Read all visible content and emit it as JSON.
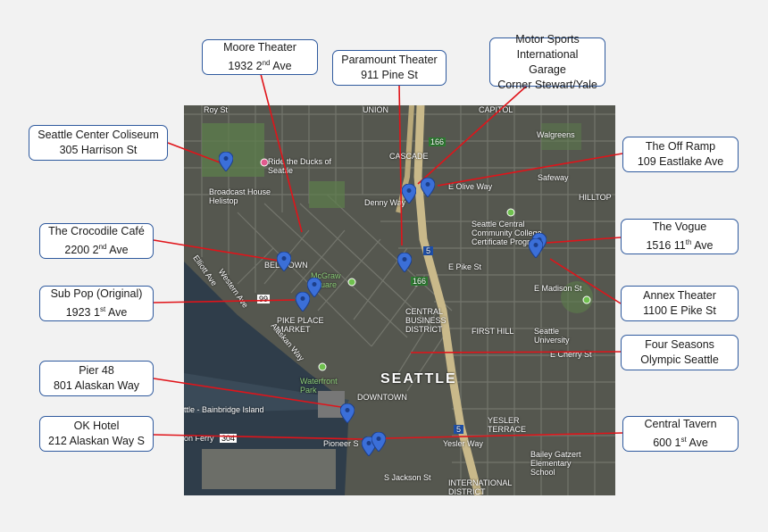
{
  "colors": {
    "leader": "#e0141a",
    "border": "#2f5a9e",
    "pin": "#3b6fd8",
    "water": "#2f3d4a",
    "park": "#5c7d4b"
  },
  "callouts": [
    {
      "id": "moore",
      "line1": "Moore Theater",
      "line2": "1932 2",
      "sup": "nd",
      "tail": " Ave"
    },
    {
      "id": "paramount",
      "line1": "Paramount Theater",
      "line2": "911 Pine St",
      "sup": "",
      "tail": ""
    },
    {
      "id": "motorsports",
      "line1": "Motor Sports",
      "line1b": "International Garage",
      "line2": "Corner Stewart/Yale",
      "sup": "",
      "tail": ""
    },
    {
      "id": "coliseum",
      "line1": "Seattle Center Coliseum",
      "line2": "305 Harrison St",
      "sup": "",
      "tail": ""
    },
    {
      "id": "offramp",
      "line1": "The Off Ramp",
      "line2": "109 Eastlake Ave",
      "sup": "",
      "tail": ""
    },
    {
      "id": "crocodile",
      "line1": "The Crocodile Café",
      "line2": "2200 2",
      "sup": "nd",
      "tail": " Ave"
    },
    {
      "id": "vogue",
      "line1": "The Vogue",
      "line2": "1516 11",
      "sup": "th",
      "tail": " Ave"
    },
    {
      "id": "subpop",
      "line1": "Sub Pop (Original)",
      "line2": "1923 1",
      "sup": "st",
      "tail": " Ave"
    },
    {
      "id": "annex",
      "line1": "Annex Theater",
      "line2": "1100 E Pike St",
      "sup": "",
      "tail": ""
    },
    {
      "id": "fourseasons",
      "line1": "Four Seasons",
      "line2": "Olympic Seattle",
      "sup": "",
      "tail": ""
    },
    {
      "id": "pier48",
      "line1": "Pier 48",
      "line2": "801 Alaskan Way",
      "sup": "",
      "tail": ""
    },
    {
      "id": "okhotel",
      "line1": "OK Hotel",
      "line2": "212 Alaskan Way S",
      "sup": "",
      "tail": ""
    },
    {
      "id": "centraltavern",
      "line1": "Central Tavern",
      "line2": "600 1",
      "sup": "st",
      "tail": " Ave"
    }
  ],
  "map_labels": {
    "seattle": "SEATTLE",
    "downtown": "DOWNTOWN",
    "belltown": "BELLTOWN",
    "pike_market": "PIKE PLACE MARKET",
    "cbd": "CENTRAL BUSINESS DISTRICT",
    "denny": "Denny Way",
    "olive": "E Olive Way",
    "pike": "E Pike St",
    "madison": "E Madison St",
    "cherry": "E Cherry St",
    "yesler": "Yesler Way",
    "jackson": "S Jackson St",
    "alaskan": "Alaskan Way",
    "elliott": "Elliott Ave",
    "western": "Western Ave",
    "waterfront": "Waterfront Park",
    "mcgraw": "McGraw Square",
    "walgreens": "Walgreens",
    "safeway": "Safeway",
    "bainbridge": "ttle - Bainbridge Island",
    "ferry": "on Ferry",
    "pioneer": "Pioneer S",
    "broadcast": "Broadcast House Helistop",
    "ride_ducks": "Ride the Ducks of Seattle",
    "seattle_u": "Seattle University",
    "bailey": "Bailey Gatzert Elementary School",
    "intl": "INTERNATIONAL DISTRICT",
    "first_hill": "FIRST HILL",
    "yesler_terrace": "YESLER TERRACE",
    "hilltop": "HILLTOP",
    "community": "Seattle Central Community College Certificate Program",
    "roy": "Roy St",
    "union": "UNION",
    "cascade": "CASCADE",
    "capitol": "CAPITOL",
    "highway5": "5",
    "highway166": "166",
    "highway99": "99",
    "highway304": "304"
  }
}
